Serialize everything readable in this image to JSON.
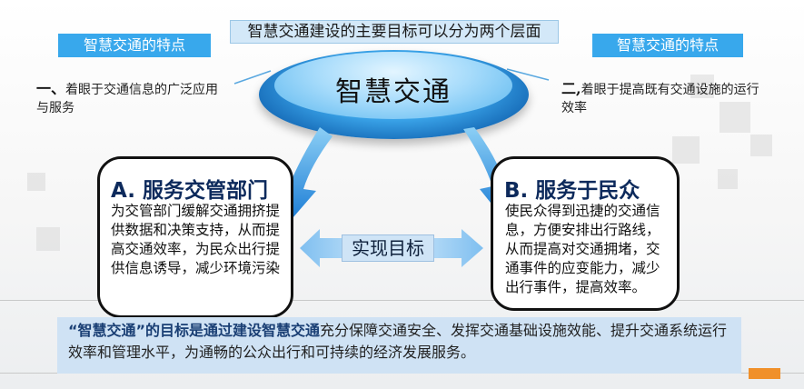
{
  "banner": {
    "text": "智慧交通建设的主要目标可以分为两个层面"
  },
  "tags": {
    "left": "智慧交通的特点",
    "right": "智慧交通的特点"
  },
  "level_one": {
    "marker": "一、",
    "text": "着眼于交通信息的广泛应用与服务"
  },
  "level_two": {
    "marker": "二,",
    "text": "着眼于提高既有交通设施的运行效率"
  },
  "center": {
    "title": "智慧交通"
  },
  "box_a": {
    "heading": "A. 服务交管部门",
    "body": "为交管部门缓解交通拥挤提供数据和决策支持，从而提高交通效率，为民众出行提供信息诱导，减少环境污染"
  },
  "box_b": {
    "heading": "B. 服务于民众",
    "body": "使民众得到迅捷的交通信息，方便安排出行路线，从而提高对交通拥堵，交通事件的应变能力，减少出行事件，提高效率。"
  },
  "goal": {
    "label": "实现目标"
  },
  "summary": {
    "highlight": "“智慧交通”的目标是通过建设智慧交通",
    "rest": "充分保障交通安全、发挥交通基础设施效能、提升交通系统运行效率和管理水平，为通畅的公众出行和可持续的经济发展服务。"
  },
  "colors": {
    "tag_blue": "#38a8ec",
    "platform_blue": "#1366b3",
    "arrow_blue": "#1f7fd6",
    "summary_bg": "#cfe2f4",
    "heading_navy": "#0d2a5c",
    "corner_orange": "#f0902a"
  }
}
